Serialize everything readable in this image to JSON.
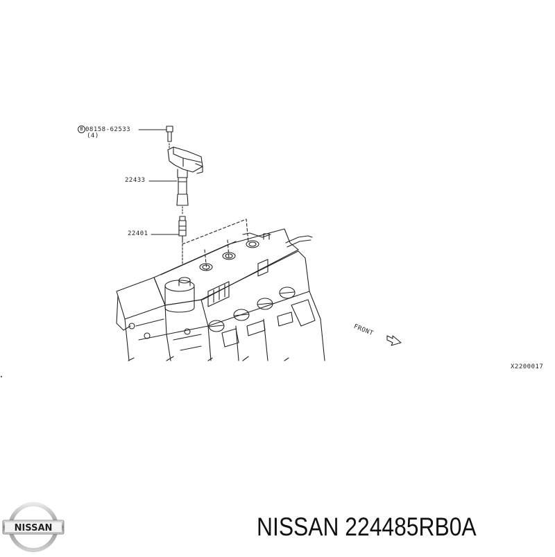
{
  "diagram": {
    "type": "exploded parts diagram",
    "subject": "Ignition coil and spark plug on engine cylinder head",
    "callouts": [
      {
        "id": "bolt",
        "symbol": "B",
        "part_number": "08158-62533",
        "quantity": "(4)"
      },
      {
        "id": "ignition-coil",
        "part_number": "22433"
      },
      {
        "id": "spark-plug",
        "part_number": "22401"
      }
    ],
    "direction_label": "FRONT",
    "reference_code": "X2200017"
  },
  "footer": {
    "logo_text": "NISSAN",
    "caption": "NISSAN 224485RB0A"
  },
  "colors": {
    "line": "#222222",
    "background": "#ffffff",
    "logo_chrome": "#9a9a9a"
  }
}
